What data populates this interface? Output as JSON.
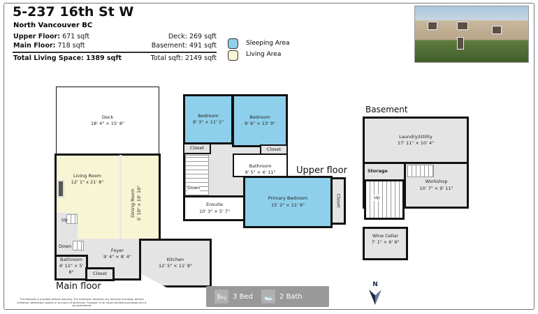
{
  "header": {
    "address": "5-237 16th St W",
    "city": "North Vancouver BC"
  },
  "stats": {
    "upper_label": "Upper Floor:",
    "upper_value": "671 sqft",
    "main_label": "Main Floor:",
    "main_value": "718 sqft",
    "deck": "Deck: 269 sqft",
    "basement": "Basement: 491 sqft",
    "total_living_label": "Total Living Space: 1389 sqft",
    "total": "Total sqft: 2149 sqft"
  },
  "legend": [
    {
      "label": "Sleeping Area",
      "color": "#8ed0ec"
    },
    {
      "label": "Living Area",
      "color": "#f8f5d4"
    }
  ],
  "floors": {
    "main": {
      "label": "Main floor",
      "rooms": {
        "deck": {
          "name": "Deck",
          "dim": "18' 4\" × 15' 8\""
        },
        "living": {
          "name": "Living Room",
          "dim": "12' 1\" x 21' 8\""
        },
        "dining": {
          "name": "Dining Room",
          "dim": "5' 10\" x 19' 10\""
        },
        "foyer": {
          "name": "Foyer",
          "dim": "9' 4\" × 8' 4\""
        },
        "kitchen": {
          "name": "Kitchen",
          "dim": "12' 5\" × 11' 8\""
        },
        "bathroom": {
          "name": "Bathroom",
          "dim": "4' 11\" × 5' 8\""
        },
        "closet": "Closet",
        "up": "Up",
        "down": "Down"
      }
    },
    "upper": {
      "label": "Upper floor",
      "rooms": {
        "bed1": {
          "name": "Bedroom",
          "dim": "8' 3\" × 11' 1\""
        },
        "bed2": {
          "name": "Bedroom",
          "dim": "9' 6\" × 13' 9\""
        },
        "bath": {
          "name": "Bathroom",
          "dim": "9' 5\" × 4' 11\""
        },
        "ensuite": {
          "name": "Ensuite",
          "dim": "10' 3\" × 5' 7\""
        },
        "primary": {
          "name": "Primary Bedroom",
          "dim": "15' 2\" × 11' 9\""
        },
        "closet": "Closet",
        "down": "Down"
      }
    },
    "basement": {
      "label": "Basement",
      "rooms": {
        "laundry": {
          "name": "Laundry/Utility",
          "dim": "17' 11\" × 10' 4\""
        },
        "storage": "Storage",
        "workshop": {
          "name": "Workshop",
          "dim": "10' 7\" × 9' 11\""
        },
        "wine": {
          "name": "Wine Cellar",
          "dim": "7' 1\" × 6' 9\""
        },
        "up": "Up"
      }
    }
  },
  "summary": {
    "beds": "3 Bed",
    "baths": "2 Bath"
  },
  "compass": "N",
  "disclaimer": "This floorplan is provided without warranty. The Contractor disclaims any warranty including, without limitation, satisfactory quality or accuracy of dimension. Floorplan is for visual marketing purposes and is not guaranteed."
}
